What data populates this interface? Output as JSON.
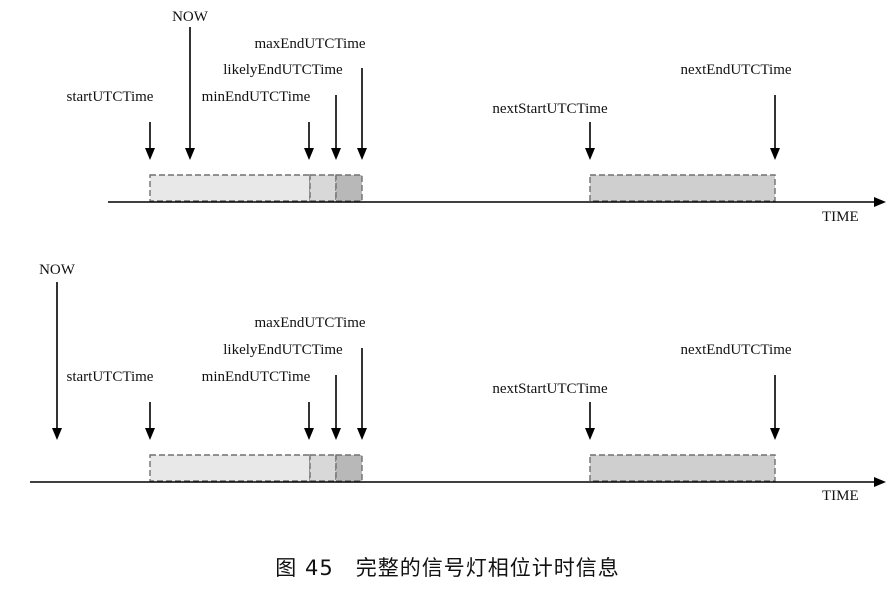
{
  "colors": {
    "line": "#000000",
    "bar_min": "#e8e8e8",
    "bar_likely": "#dadada",
    "bar_max": "#b8b8b8",
    "bar_next": "#cfcfcf",
    "dash": "#707070"
  },
  "axis_label": "TIME",
  "caption": "图 45　完整的信号灯相位计时信息",
  "panels": [
    {
      "id": "top",
      "labels": {
        "now": "NOW",
        "start": "startUTCTime",
        "min_end": "minEndUTCTime",
        "likely_end": "likelyEndUTCTime",
        "max_end": "maxEndUTCTime",
        "next_start": "nextStartUTCTime",
        "next_end": "nextEndUTCTime"
      }
    },
    {
      "id": "bottom",
      "labels": {
        "now": "NOW",
        "start": "startUTCTime",
        "min_end": "minEndUTCTime",
        "likely_end": "likelyEndUTCTime",
        "max_end": "maxEndUTCTime",
        "next_start": "nextStartUTCTime",
        "next_end": "nextEndUTCTime"
      }
    }
  ]
}
